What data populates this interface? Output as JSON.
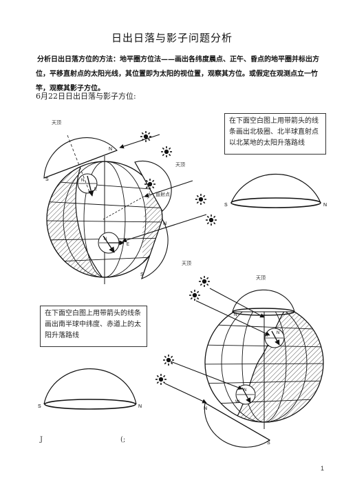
{
  "page": {
    "title": "日出日落与影子问题分析",
    "intro": "分析日出日落方位的方法：地平圈方位法——画出各纬度晨点、正午、昏点的地平圈并标出方位，平移直射点的太阳光线，其位置即为太阳的视位置，观察其方位。或假定在观测点立一竹竿，观察其影子方位。",
    "subhead": "6月22日日出日落与影子方位:",
    "box1": "在下面空白图上用带箭头的线条画出北极圈、北半球直射点以北某地的太阳升落路线",
    "box2": "在下面空白图上用带箭头的线条画出南半球中纬度、赤道上的太阳升落路线",
    "footer_left": "J",
    "footer_right": "(;",
    "page_number": "1"
  },
  "labels": {
    "zenith": "天顶",
    "direct_point": "直射点",
    "north": "N",
    "south": "S",
    "east": "E",
    "west": "W"
  }
}
